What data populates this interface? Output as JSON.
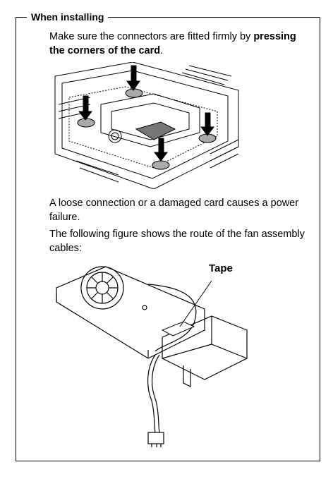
{
  "section": {
    "legend": "When installing"
  },
  "para1": {
    "before": "Make sure the connectors are fitted firmly by ",
    "bold": "pressing the corners of the card",
    "after": "."
  },
  "para2": "A loose connection or a damaged card causes a power failure.",
  "para3": "The following figure shows the route of the fan assembly cables:",
  "figure2": {
    "label": "Tape"
  }
}
